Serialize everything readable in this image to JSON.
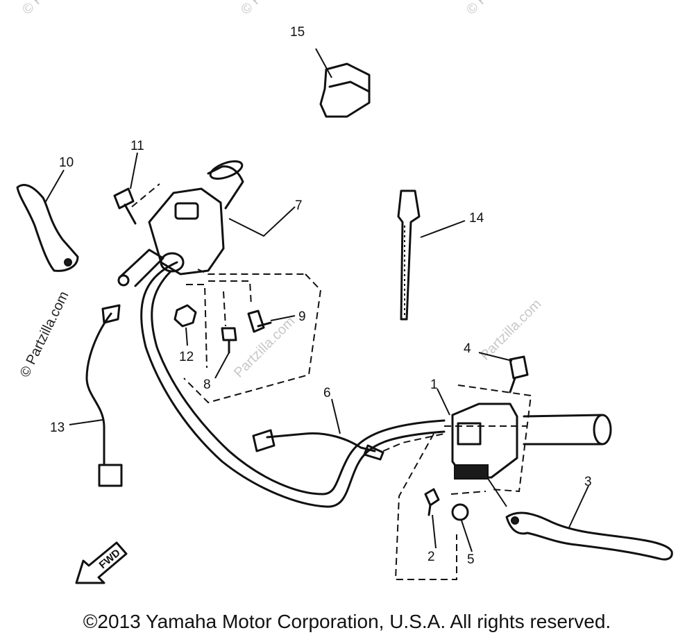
{
  "callouts": [
    "1",
    "2",
    "3",
    "4",
    "5",
    "6",
    "7",
    "8",
    "9",
    "10",
    "11",
    "12",
    "13",
    "14",
    "15"
  ],
  "watermark": "© Partzilla.com",
  "watermark_light": "Partzilla.com",
  "fwd_label": "FWD",
  "copyright": "©2013 Yamaha Motor Corporation, U.S.A. All rights reserved."
}
